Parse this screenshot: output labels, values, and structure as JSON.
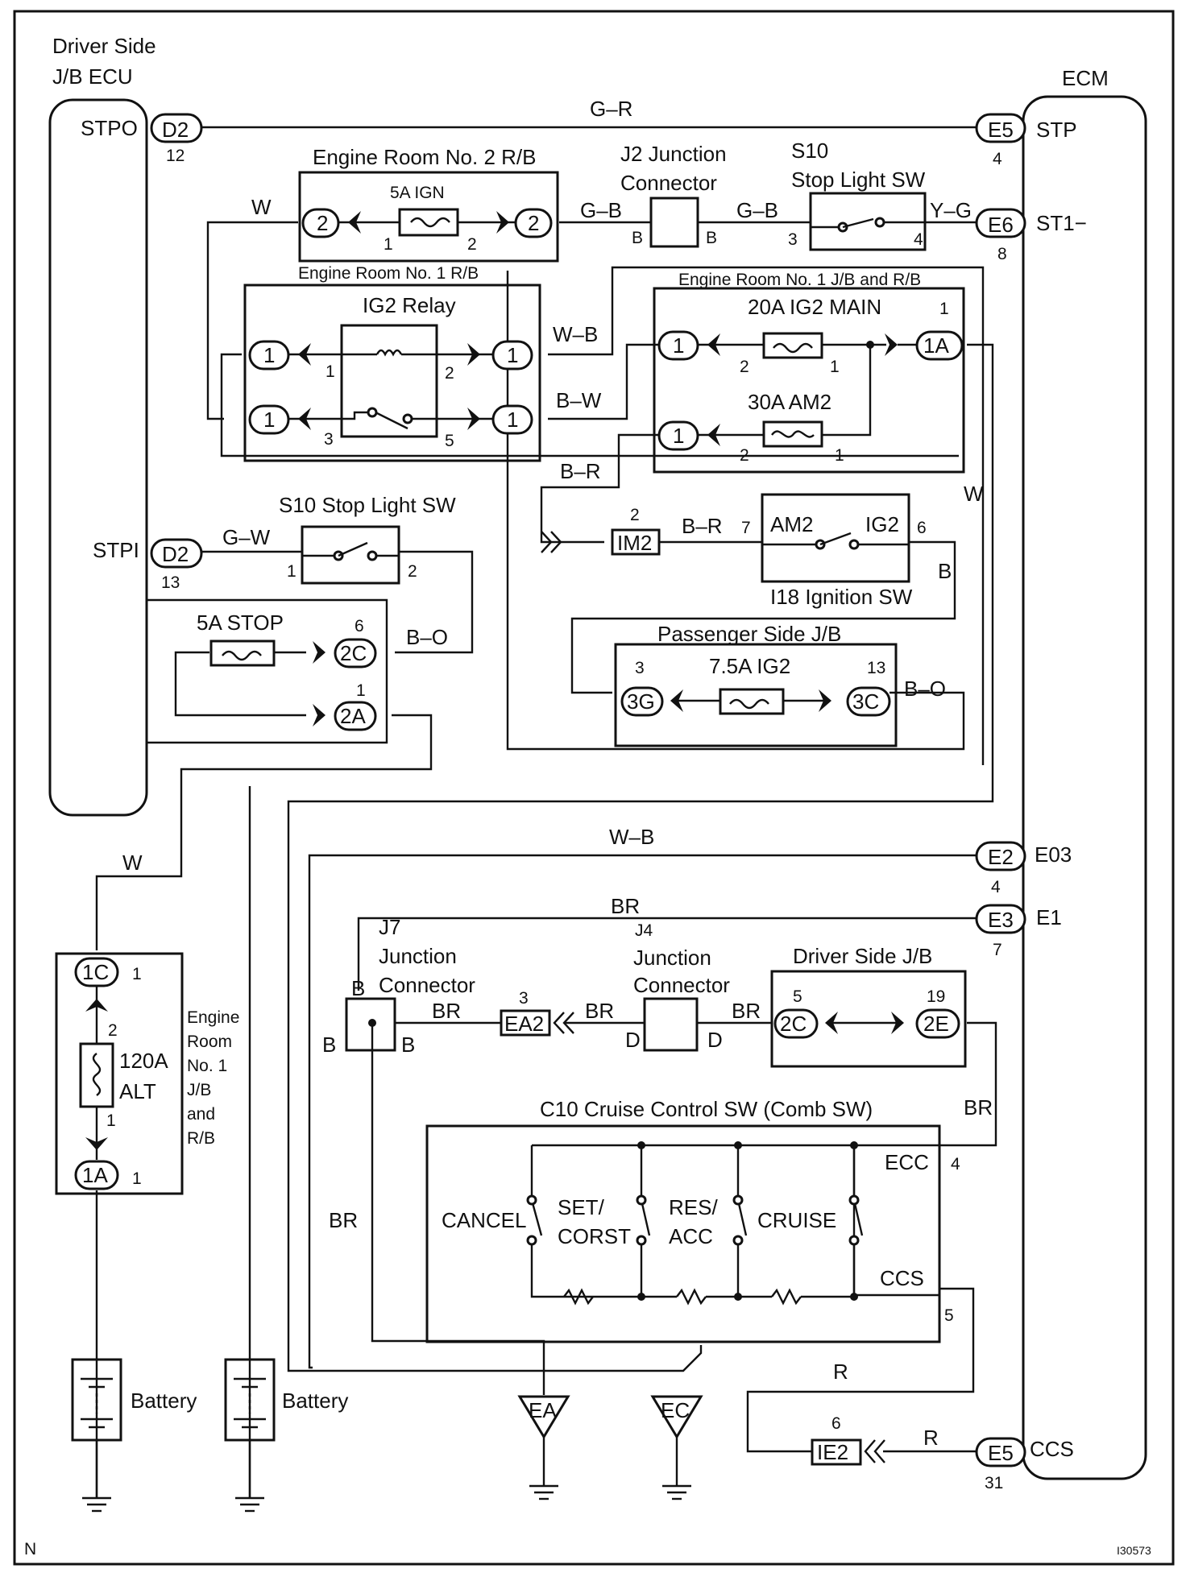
{
  "components": {
    "driver_ecu": {
      "title_line1": "Driver Side",
      "title_line2": "J/B ECU",
      "stpo": "STPO",
      "stpi": "STPI"
    },
    "ecm": {
      "title": "ECM",
      "stp": "STP",
      "st1": "ST1−",
      "e03": "E03",
      "e1": "E1",
      "ccs": "CCS"
    },
    "er2": {
      "title": "Engine Room No. 2 R/B",
      "fuse": "5A IGN"
    },
    "j2": {
      "line1": "J2 Junction",
      "line2": "Connector"
    },
    "s10_top": {
      "line1": "S10",
      "line2": "Stop Light SW"
    },
    "er1": {
      "title": "Engine Room No. 1 R/B",
      "relay": "IG2 Relay"
    },
    "er1jb": {
      "title": "Engine Room No. 1 J/B and R/B",
      "fuse_main": "20A IG2 MAIN",
      "fuse_am2": "30A AM2"
    },
    "s10_mid": {
      "title": "S10 Stop Light SW"
    },
    "ign": {
      "title": "I18 Ignition SW",
      "am2": "AM2",
      "ig2": "IG2"
    },
    "stop_fuse": {
      "label": "5A STOP"
    },
    "psjb": {
      "title": "Passenger Side J/B",
      "fuse": "7.5A IG2"
    },
    "j7": {
      "line0": "J7",
      "line1": "Junction",
      "line2": "Connector"
    },
    "j4": {
      "line0": "J4",
      "line1": "Junction",
      "line2": "Connector"
    },
    "dsjb": {
      "title": "Driver Side J/B"
    },
    "cruise": {
      "title": "C10 Cruise Control SW (Comb SW)",
      "cancel": "CANCEL",
      "set1": "SET/",
      "set2": "CORST",
      "res1": "RES/",
      "res2": "ACC",
      "cruise": "CRUISE",
      "ecc": "ECC",
      "ccs": "CCS"
    },
    "alt": {
      "fuse1": "120A",
      "fuse2": "ALT",
      "box": [
        "Engine",
        "Room",
        "No. 1",
        "J/B",
        "and",
        "R/B"
      ]
    },
    "battery": "Battery",
    "ground_ea": "EA",
    "ground_ec": "EC"
  },
  "connectors": {
    "d2": "D2",
    "e5": "E5",
    "e6": "E6",
    "e2": "E2",
    "e3": "E3",
    "c2": "2",
    "c1": "1",
    "c1a": "1A",
    "im2": "IM2",
    "c2c": "2C",
    "c2a": "2A",
    "c3g": "3G",
    "c3c": "3C",
    "ea2": "EA2",
    "c2e": "2E",
    "ie2": "IE2",
    "c1c": "1C"
  },
  "wires": {
    "gr": "G–R",
    "w": "W",
    "gb": "G–B",
    "yg": "Y–G",
    "wb": "W–B",
    "bw": "B–W",
    "br_dash": "B–R",
    "gw": "G–W",
    "bo": "B–O",
    "b": "B",
    "br": "BR",
    "r": "R",
    "d": "D"
  },
  "pins": {
    "p1": "1",
    "p2": "2",
    "p3": "3",
    "p4": "4",
    "p5": "5",
    "p6": "6",
    "p7": "7",
    "p8": "8",
    "p12": "12",
    "p13": "13",
    "p19": "19",
    "p31": "31"
  },
  "corner": {
    "left": "N",
    "code": "I30573"
  }
}
